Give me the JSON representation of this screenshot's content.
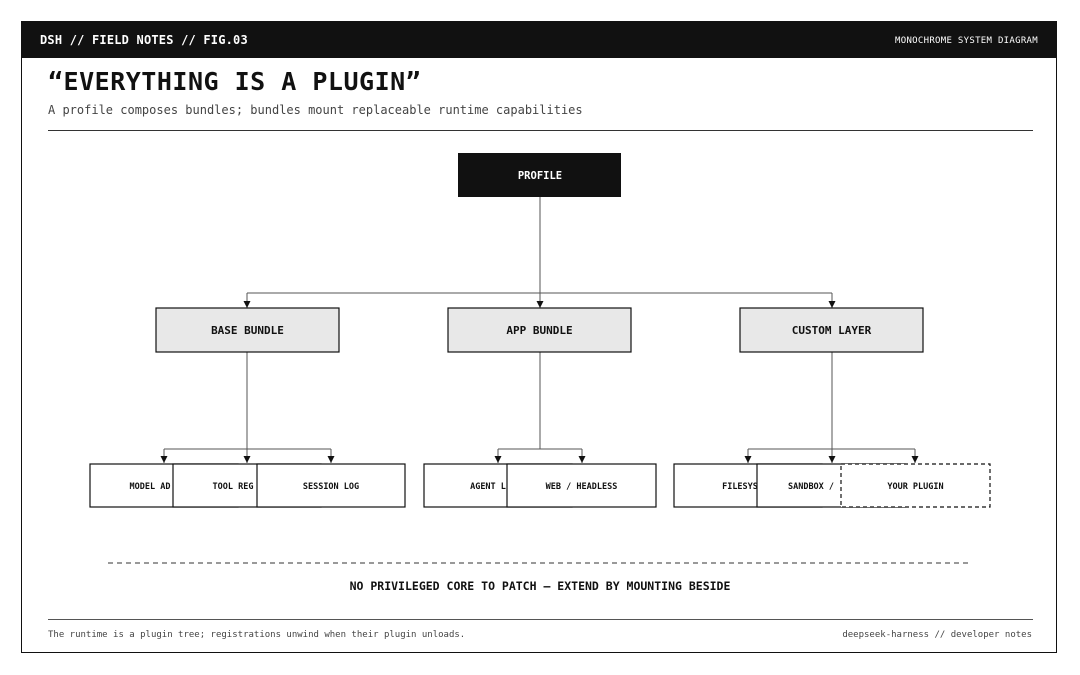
{
  "header": {
    "left": "DSH // FIELD NOTES // FIG.03",
    "right": "MONOCHROME SYSTEM DIAGRAM"
  },
  "title": "“EVERYTHING IS A PLUGIN”",
  "subtitle": "A profile composes bundles; bundles mount replaceable runtime capabilities",
  "diagram": {
    "root": "PROFILE",
    "bundles": [
      {
        "label": "BASE BUNDLE",
        "children": [
          "MODEL AD",
          "TOOL REG",
          "SESSION LOG"
        ]
      },
      {
        "label": "APP BUNDLE",
        "children": [
          "AGENT L",
          "WEB / HEADLESS"
        ]
      },
      {
        "label": "CUSTOM LAYER",
        "children": [
          "FILESYS",
          "SANDBOX /",
          "YOUR PLUGIN"
        ]
      }
    ],
    "principle": "NO PRIVILEGED CORE TO PATCH — EXTEND BY MOUNTING BESIDE"
  },
  "footer": {
    "left": "The runtime is a plugin tree; registrations unwind when their plugin unloads.",
    "right": "deepseek-harness // developer notes"
  },
  "colors": {
    "ink": "#111111",
    "bundle_fill": "#e8e8e8",
    "paper": "#ffffff"
  }
}
